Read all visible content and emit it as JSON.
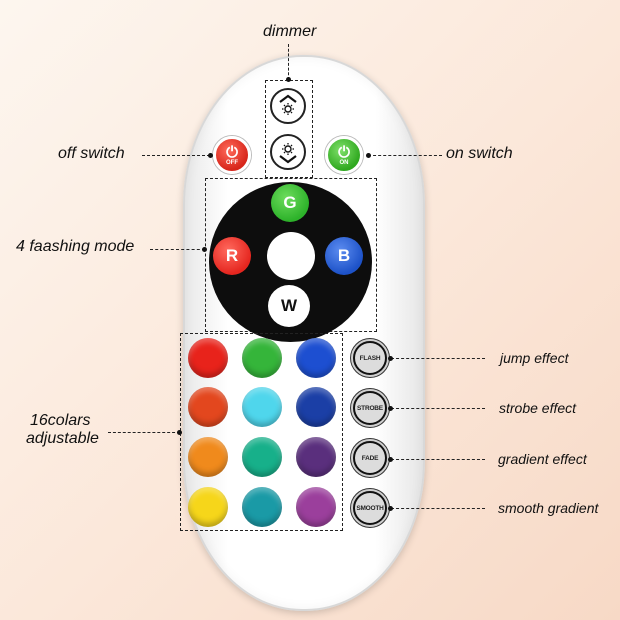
{
  "labels": {
    "dimmer": "dimmer",
    "off_switch": "off switch",
    "on_switch": "on switch",
    "flash_mode": "4 faashing mode",
    "colors_line1": "16colars",
    "colors_line2": "adjustable",
    "jump_effect": "jump effect",
    "strobe_effect": "strobe effect",
    "gradient_effect": "gradient effect",
    "smooth_gradient": "smooth gradient"
  },
  "buttons": {
    "off": "OFF",
    "on": "ON",
    "power_icon": "power-icon",
    "g": "G",
    "r": "R",
    "b": "B",
    "w": "W",
    "flash": "FLASH",
    "strobe": "STROBE",
    "fade": "FADE",
    "smooth": "SMOOTH"
  },
  "colors": {
    "grid": [
      [
        "#e8231b",
        "#35b53a",
        "#1d4fd1"
      ],
      [
        "#e3471e",
        "#4fd6ec",
        "#1b3fa6"
      ],
      [
        "#f08a1c",
        "#17b08a",
        "#5a2f7d"
      ],
      [
        "#f6d61a",
        "#1a9aa6",
        "#9b3f9c"
      ]
    ],
    "g": "#2db22a",
    "r": "#e5261f",
    "b": "#1d52c8",
    "w": "#ffffff"
  }
}
